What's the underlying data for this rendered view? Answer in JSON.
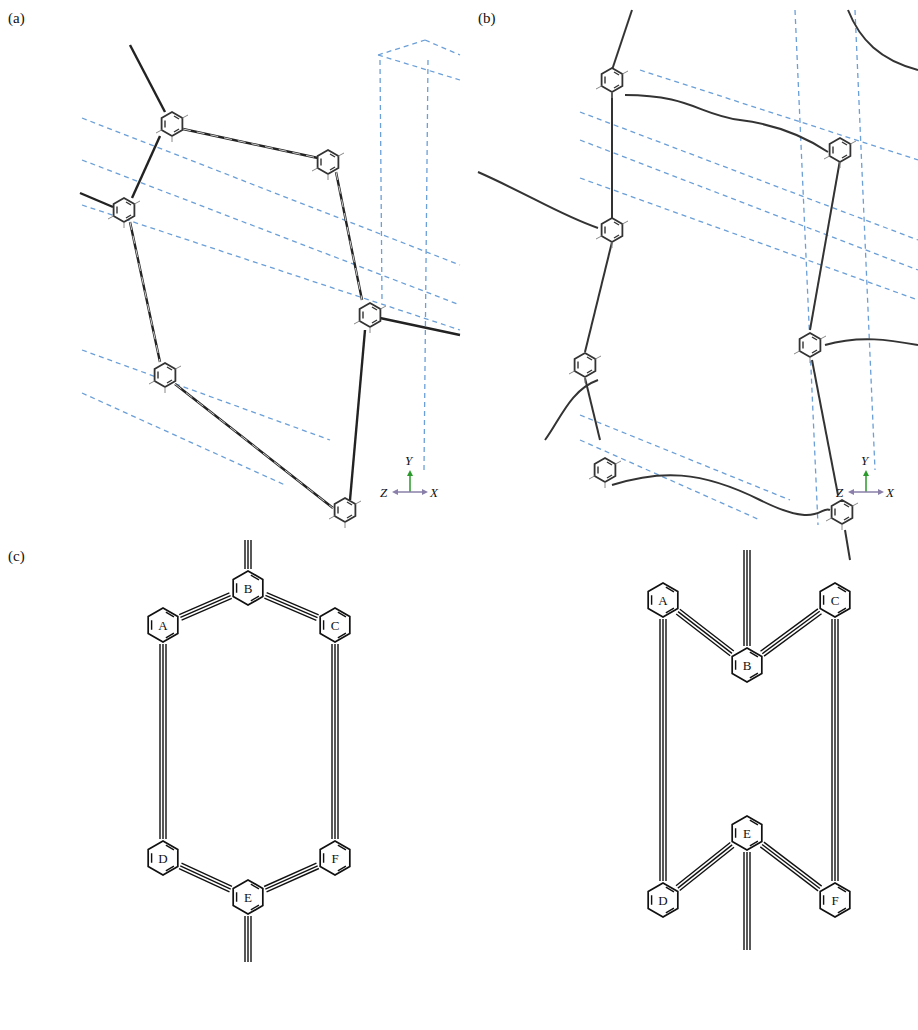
{
  "diagram": {
    "nodes": [
      {
        "text": [
          "A"
        ]
      },
      {
        "text": [
          "B"
        ]
      },
      {
        "text": [
          "C"
        ]
      },
      {
        "text": [
          "D"
        ]
      },
      {
        "text": [
          "E"
        ]
      },
      {
        "text": [
          "F"
        ]
      },
      {
        "text": [
          "A"
        ]
      },
      {
        "text": [
          "B"
        ]
      },
      {
        "text": [
          "C"
        ]
      },
      {
        "text": [
          "D"
        ]
      },
      {
        "text": [
          "E"
        ]
      },
      {
        "text": [
          "F"
        ]
      }
    ],
    "edges": [
      {
        "from": 0,
        "to": 1,
        "arrow": "none"
      },
      {
        "from": 1,
        "to": 2,
        "arrow": "none"
      },
      {
        "from": 0,
        "to": 3,
        "arrow": "none"
      },
      {
        "from": 2,
        "to": 5,
        "arrow": "none"
      },
      {
        "from": 3,
        "to": 4,
        "arrow": "none"
      },
      {
        "from": 4,
        "to": 5,
        "arrow": "none"
      },
      {
        "from": 6,
        "to": 7,
        "arrow": "none"
      },
      {
        "from": 7,
        "to": 8,
        "arrow": "none"
      },
      {
        "from": 6,
        "to": 9,
        "arrow": "none"
      },
      {
        "from": 8,
        "to": 11,
        "arrow": "none"
      },
      {
        "from": 9,
        "to": 10,
        "arrow": "none"
      },
      {
        "from": 10,
        "to": 11,
        "arrow": "none"
      }
    ],
    "labels": [
      "(a)",
      "(b)",
      "(c)",
      "Y",
      "Z",
      "X",
      "Y",
      "Z",
      "X"
    ]
  }
}
